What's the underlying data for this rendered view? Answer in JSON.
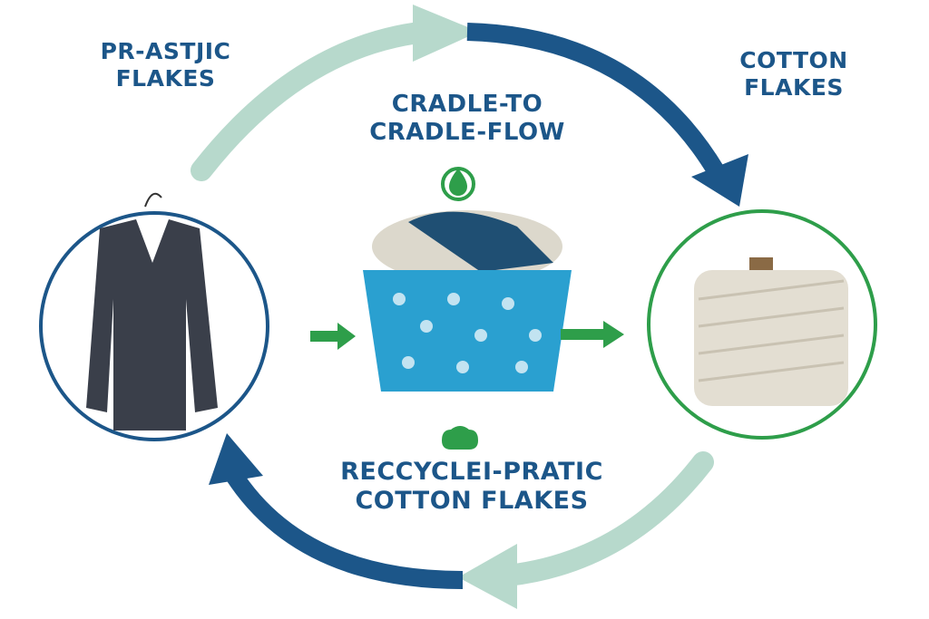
{
  "labels": {
    "top_left": [
      "PR-ASTJIC",
      "FLAKES"
    ],
    "top_right": [
      "COTTON",
      "FLAKES"
    ],
    "center_top": [
      "CRADLE-TO",
      "CRADLE-FLOW"
    ],
    "center_bottom": [
      "RECCYCLEI-PRATIC",
      "COTTON FLAKES"
    ]
  },
  "colors": {
    "dark_blue": "#1c5689",
    "light_teal": "#b7d9cc",
    "green": "#2e9e4a",
    "basket": "#2aa0d0"
  }
}
